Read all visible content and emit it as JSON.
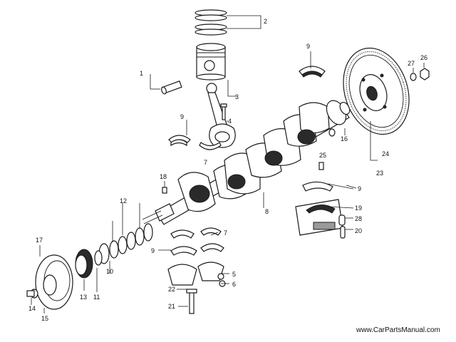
{
  "diagram": {
    "callouts": [
      "1",
      "2",
      "3",
      "4",
      "5",
      "6",
      "7",
      "8",
      "9",
      "10",
      "11",
      "12",
      "13",
      "14",
      "15",
      "16",
      "17",
      "18",
      "19",
      "20",
      "21",
      "22",
      "23",
      "24",
      "25",
      "26",
      "27",
      "28"
    ],
    "watermark": "www.CarPartsManual.com",
    "colors": {
      "ink": "#1a1a1a",
      "background": "#ffffff",
      "shade": "#2a2a2a"
    }
  }
}
